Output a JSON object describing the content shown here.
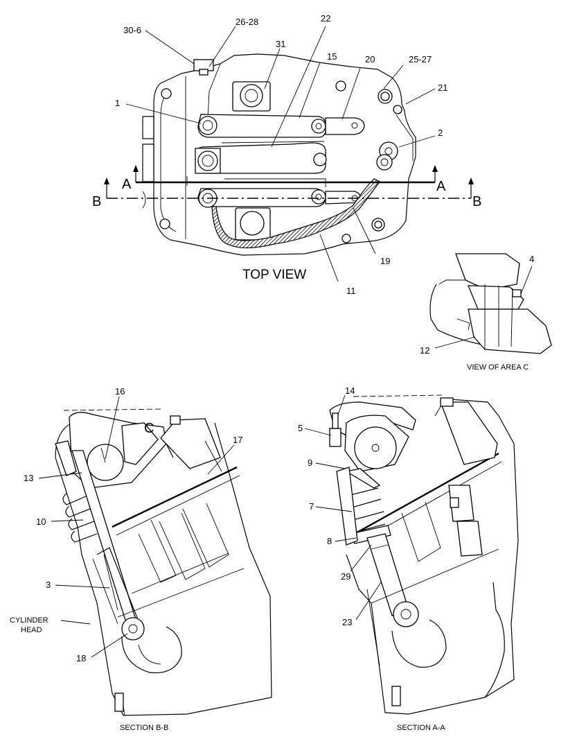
{
  "views": {
    "top_view_label": "TOP VIEW",
    "area_c_label": "VIEW OF AREA C",
    "section_bb_label": "SECTION B-B",
    "section_aa_label": "SECTION A-A"
  },
  "section_markers": {
    "a_left": "A",
    "a_right": "A",
    "b_left": "B",
    "b_right": "B",
    "c": "C"
  },
  "top_callouts": {
    "c30_6": "30-6",
    "c26_28": "26-28",
    "c22": "22",
    "c31": "31",
    "c15": "15",
    "c20": "20",
    "c25_27": "25-27",
    "c21": "21",
    "c1": "1",
    "c2": "2",
    "c19": "19",
    "c11": "11"
  },
  "area_c_callouts": {
    "c4": "4",
    "c12": "12"
  },
  "bb_callouts": {
    "c16": "16",
    "c17": "17",
    "c13": "13",
    "c10": "10",
    "c3": "3",
    "cylinder_head_line1": "CYLINDER",
    "cylinder_head_line2": "HEAD",
    "c18": "18"
  },
  "aa_callouts": {
    "c14": "14",
    "c5": "5",
    "c9": "9",
    "c7": "7",
    "c8": "8",
    "c29": "29",
    "c23": "23"
  }
}
